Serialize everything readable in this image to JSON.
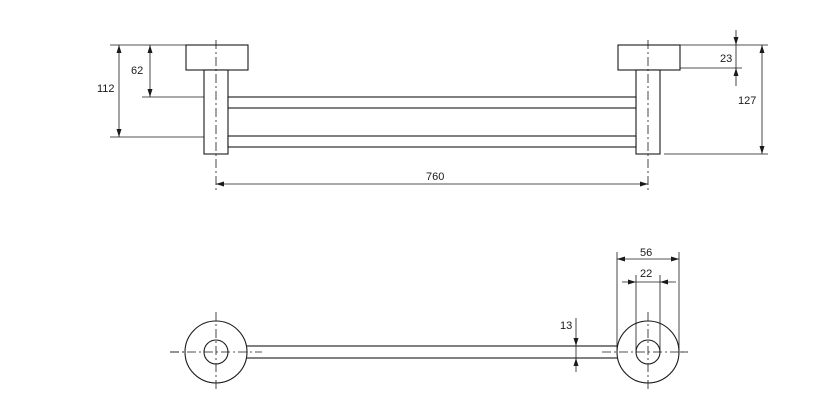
{
  "dimensions": {
    "wall_offset_total": "112",
    "bar_height_to_center": "62",
    "length": "760",
    "flange_thickness": "23",
    "overall_height": "127",
    "flange_diameter": "56",
    "post_diameter": "22",
    "bar_diameter": "13"
  },
  "colors": {
    "line": "#1a1a1a",
    "background": "#ffffff"
  }
}
